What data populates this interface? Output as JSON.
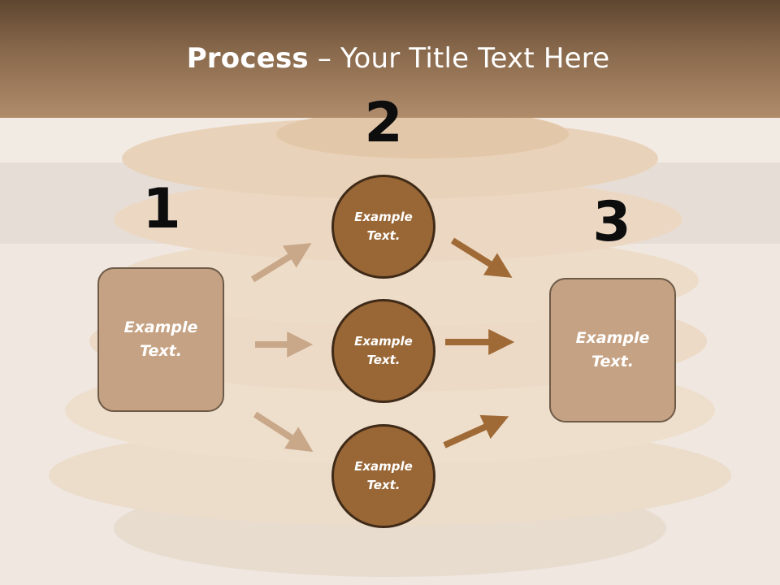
{
  "title": {
    "bold": "Process",
    "rest": " – Your Title Text Here"
  },
  "steps": {
    "one": "1",
    "two": "2",
    "three": "3"
  },
  "left_box": {
    "text": "Example Text."
  },
  "right_box": {
    "text": "Example Text."
  },
  "circles": [
    {
      "text": "Example Text."
    },
    {
      "text": "Example Text."
    },
    {
      "text": "Example Text."
    }
  ],
  "colors": {
    "header_dark": "#5e4630",
    "header_light": "#b08c6b",
    "box_fill": "#c5a283",
    "circle_fill": "#996736",
    "arrow_light": "#c9a88a",
    "arrow_dark": "#a06a36"
  }
}
